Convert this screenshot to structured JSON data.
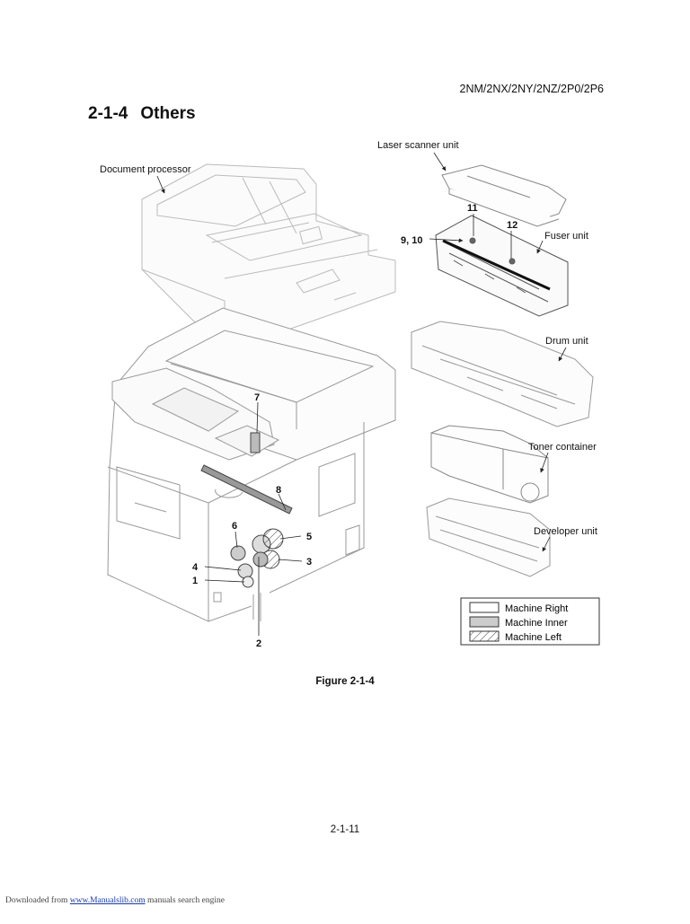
{
  "header": {
    "model_codes": "2NM/2NX/2NY/2NZ/2P0/2P6"
  },
  "section": {
    "number": "2-1-4",
    "title": "Others"
  },
  "figure": {
    "caption": "Figure 2-1-4",
    "unit_labels": {
      "document_processor": "Document processor",
      "laser_scanner_unit": "Laser scanner unit",
      "fuser_unit": "Fuser unit",
      "drum_unit": "Drum unit",
      "toner_container": "Toner container",
      "developer_unit": "Developer unit"
    },
    "callouts": {
      "c1": "1",
      "c2": "2",
      "c3": "3",
      "c4": "4",
      "c5": "5",
      "c6": "6",
      "c7": "7",
      "c8": "8",
      "c9_10": "9, 10",
      "c11": "11",
      "c12": "12"
    },
    "legend": {
      "items": [
        {
          "label": "Machine Right",
          "pattern": "white"
        },
        {
          "label": "Machine Inner",
          "pattern": "gray"
        },
        {
          "label": "Machine Left",
          "pattern": "hatched"
        }
      ]
    }
  },
  "page_number": "2-1-11",
  "footer": {
    "prefix": "Downloaded from",
    "link_text": "www.Manualslib.com",
    "suffix": "manuals search engine"
  }
}
